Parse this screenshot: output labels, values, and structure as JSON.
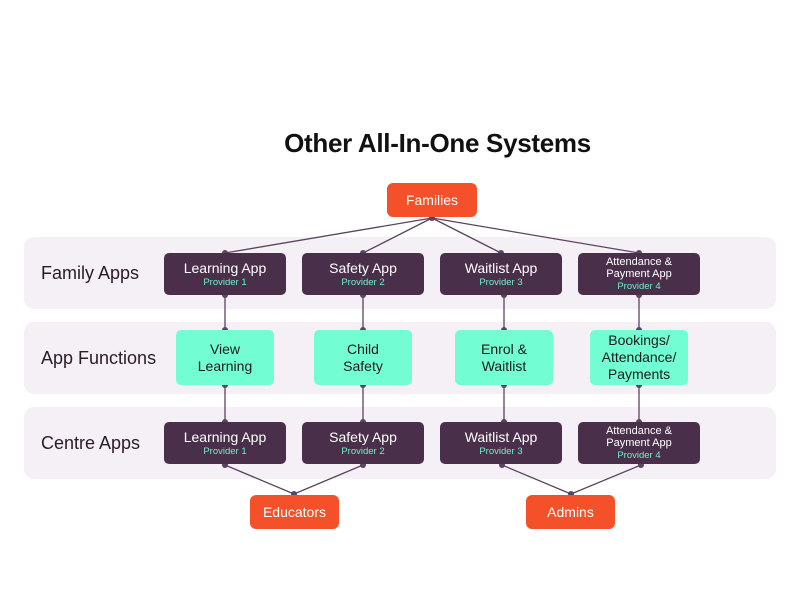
{
  "title": "Other All-In-One Systems",
  "colors": {
    "actor": "#f4502a",
    "app_box": "#4a2f4a",
    "provider_text": "#6ef2c9",
    "function_box": "#72fdd2",
    "band_bg": "#f5f0f6",
    "connector": "#5b4460"
  },
  "top_actor": {
    "label": "Families"
  },
  "rows": [
    {
      "label": "Family Apps"
    },
    {
      "label": "App Functions"
    },
    {
      "label": "Centre Apps"
    }
  ],
  "family_apps": [
    {
      "name": "Learning App",
      "provider": "Provider 1"
    },
    {
      "name": "Safety App",
      "provider": "Provider 2"
    },
    {
      "name": "Waitlist App",
      "provider": "Provider 3"
    },
    {
      "name": "Attendance & Payment App",
      "provider": "Provider 4"
    }
  ],
  "functions": [
    {
      "label": "View Learning"
    },
    {
      "label": "Child Safety"
    },
    {
      "label": "Enrol & Waitlist"
    },
    {
      "label": "Bookings/ Attendance/ Payments"
    }
  ],
  "centre_apps": [
    {
      "name": "Learning App",
      "provider": "Provider 1"
    },
    {
      "name": "Safety App",
      "provider": "Provider 2"
    },
    {
      "name": "Waitlist App",
      "provider": "Provider 3"
    },
    {
      "name": "Attendance & Payment App",
      "provider": "Provider 4"
    }
  ],
  "bottom_actors": [
    {
      "label": "Educators",
      "connects_to": [
        "Learning App",
        "Safety App"
      ]
    },
    {
      "label": "Admins",
      "connects_to": [
        "Waitlist App",
        "Attendance & Payment App"
      ]
    }
  ]
}
